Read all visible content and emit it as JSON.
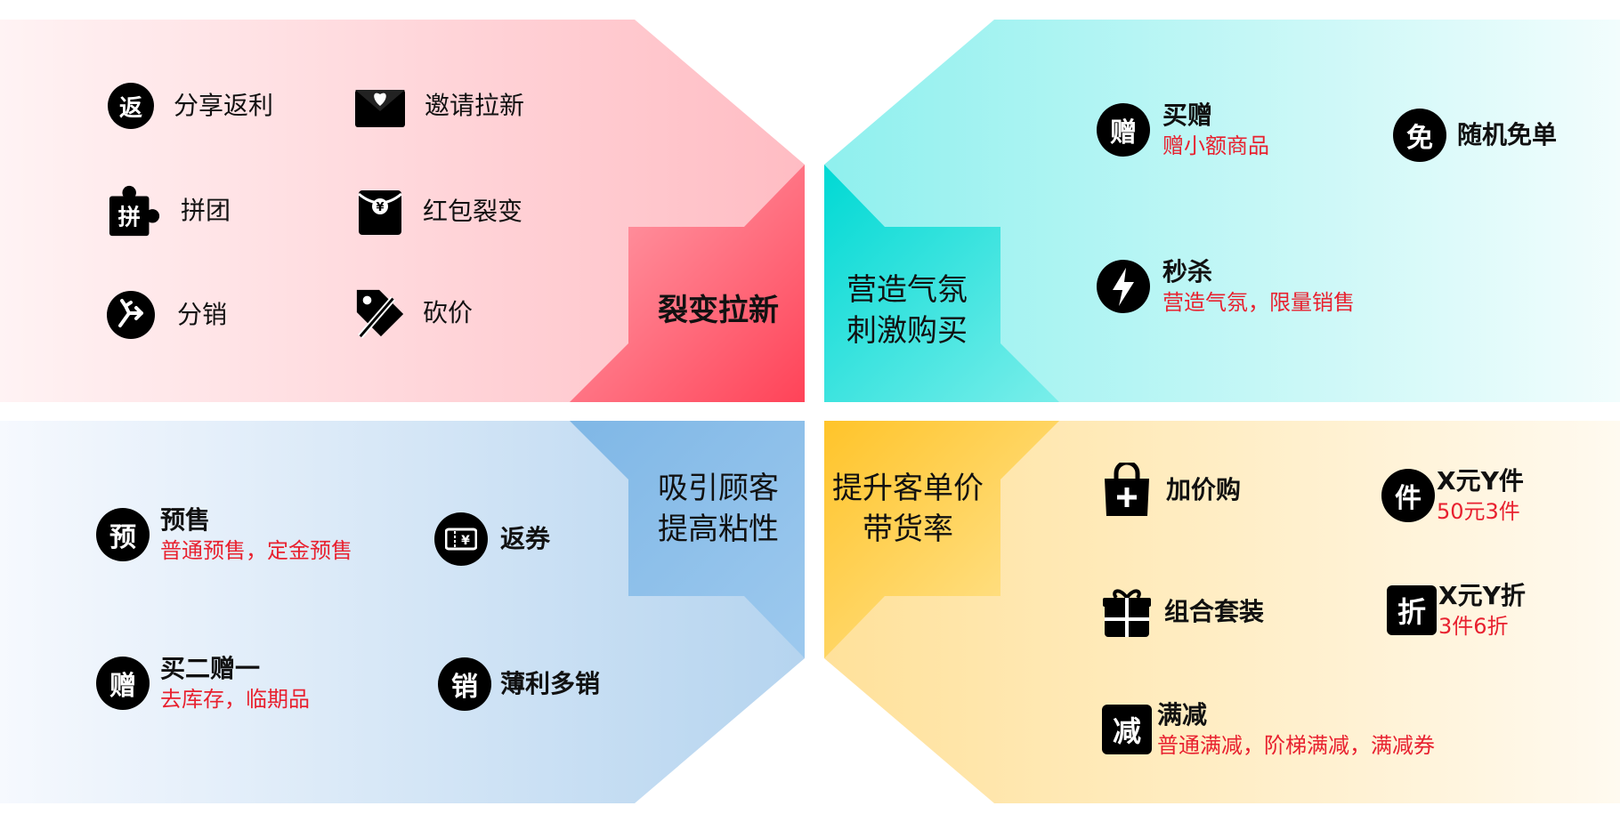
{
  "quadrants": {
    "top_left": {
      "title": "裂变拉新",
      "items": [
        {
          "label": "分享返利",
          "icon": "return-icon",
          "glyph": "返"
        },
        {
          "label": "邀请拉新",
          "icon": "envelope-heart-icon"
        },
        {
          "label": "拼团",
          "icon": "puzzle-icon",
          "glyph": "拼"
        },
        {
          "label": "红包裂变",
          "icon": "red-packet-icon"
        },
        {
          "label": "分销",
          "icon": "distribute-icon"
        },
        {
          "label": "砍价",
          "icon": "price-tag-icon"
        }
      ]
    },
    "top_right": {
      "title_line1": "营造气氛",
      "title_line2": "刺激购买",
      "items": [
        {
          "label": "买赠",
          "sub": "赠小额商品",
          "icon": "gift-badge-icon",
          "glyph": "赠"
        },
        {
          "label": "随机免单",
          "icon": "free-badge-icon",
          "glyph": "免"
        },
        {
          "label": "秒杀",
          "sub": "营造气氛，限量销售",
          "icon": "lightning-icon"
        }
      ]
    },
    "bottom_left": {
      "title_line1": "吸引顾客",
      "title_line2": "提高粘性",
      "items": [
        {
          "label": "预售",
          "sub": "普通预售，定金预售",
          "icon": "presale-icon",
          "glyph": "预"
        },
        {
          "label": "返券",
          "icon": "coupon-icon",
          "glyph": "¥"
        },
        {
          "label": "买二赠一",
          "sub": "去库存，临期品",
          "icon": "gift-badge-icon",
          "glyph": "赠"
        },
        {
          "label": "薄利多销",
          "icon": "sell-badge-icon",
          "glyph": "销"
        }
      ]
    },
    "bottom_right": {
      "title_line1": "提升客单价",
      "title_line2": "带货率",
      "items": [
        {
          "label": "加价购",
          "icon": "shopping-bag-icon"
        },
        {
          "label": "X元Y件",
          "sub": "50元3件",
          "icon": "piece-badge-icon",
          "glyph": "件"
        },
        {
          "label": "组合套装",
          "icon": "gift-box-icon"
        },
        {
          "label": "X元Y折",
          "sub": "3件6折",
          "icon": "discount-badge-icon",
          "glyph": "折"
        },
        {
          "label": "满减",
          "sub": "普通满减，阶梯满减，满减券",
          "icon": "reduce-badge-icon",
          "glyph": "减"
        }
      ]
    }
  },
  "colors": {
    "pink": "#ff4d5f",
    "cyan": "#00dcd7",
    "blue": "#4a9ede",
    "yellow": "#ffc62e",
    "accent_red": "#e8212f"
  }
}
